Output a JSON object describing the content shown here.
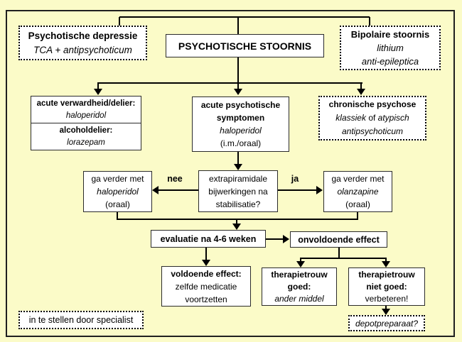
{
  "diagram": {
    "root": {
      "title": "PSYCHOTISCHE STOORNIS"
    },
    "psychotische_depressie": {
      "title": "Psychotische depressie",
      "treatment": "TCA + antipsychoticum"
    },
    "bipolaire_stoornis": {
      "title": "Bipolaire stoornis",
      "treatment1": "lithium",
      "treatment2": "anti-epileptica"
    },
    "acute_verwardheid": {
      "title1": "acute verwardheid/delier:",
      "treatment1": "haloperidol",
      "title2": "alcoholdelier:",
      "treatment2": "lorazepam"
    },
    "acute_psychotische": {
      "title_line1": "acute psychotische",
      "title_line2": "symptomen",
      "treatment": "haloperidol",
      "route": "(i.m./oraal)"
    },
    "chronische_psychose": {
      "title": "chronische psychose",
      "line2_italic1": "klassiek",
      "line2_plain": "of",
      "line2_italic2": "atypisch",
      "line3": "antipsychoticum"
    },
    "ga_verder_haloperidol": {
      "line1": "ga verder met",
      "drug": "haloperidol",
      "route": "(oraal)"
    },
    "decision_extrapiramidale": {
      "line1": "extrapiramidale",
      "line2": "bijwerkingen na",
      "line3": "stabilisatie?"
    },
    "ga_verder_olanzapine": {
      "line1": "ga verder met",
      "drug": "olanzapine",
      "route": "(oraal)"
    },
    "edge_labels": {
      "no": "nee",
      "yes": "ja"
    },
    "evaluatie": {
      "title": "evaluatie na 4-6 weken"
    },
    "onvoldoende_effect": {
      "title": "onvoldoende effect"
    },
    "voldoende_effect": {
      "title": "voldoende effect:",
      "line2": "zelfde medicatie",
      "line3": "voortzetten"
    },
    "therapietrouw_goed": {
      "title_line1": "therapietrouw",
      "title_line2": "goed:",
      "advice": "ander middel"
    },
    "therapietrouw_niet_goed": {
      "title_line1": "therapietrouw",
      "title_line2": "niet goed:",
      "advice": "verbeteren!"
    },
    "depotpreparaat": {
      "text": "depotpreparaat?"
    },
    "specialist_note": {
      "text": "in te stellen door specialist"
    }
  },
  "colors": {
    "background": "#FBFBC8",
    "box_background": "#FFFFFF",
    "line": "#000000"
  }
}
